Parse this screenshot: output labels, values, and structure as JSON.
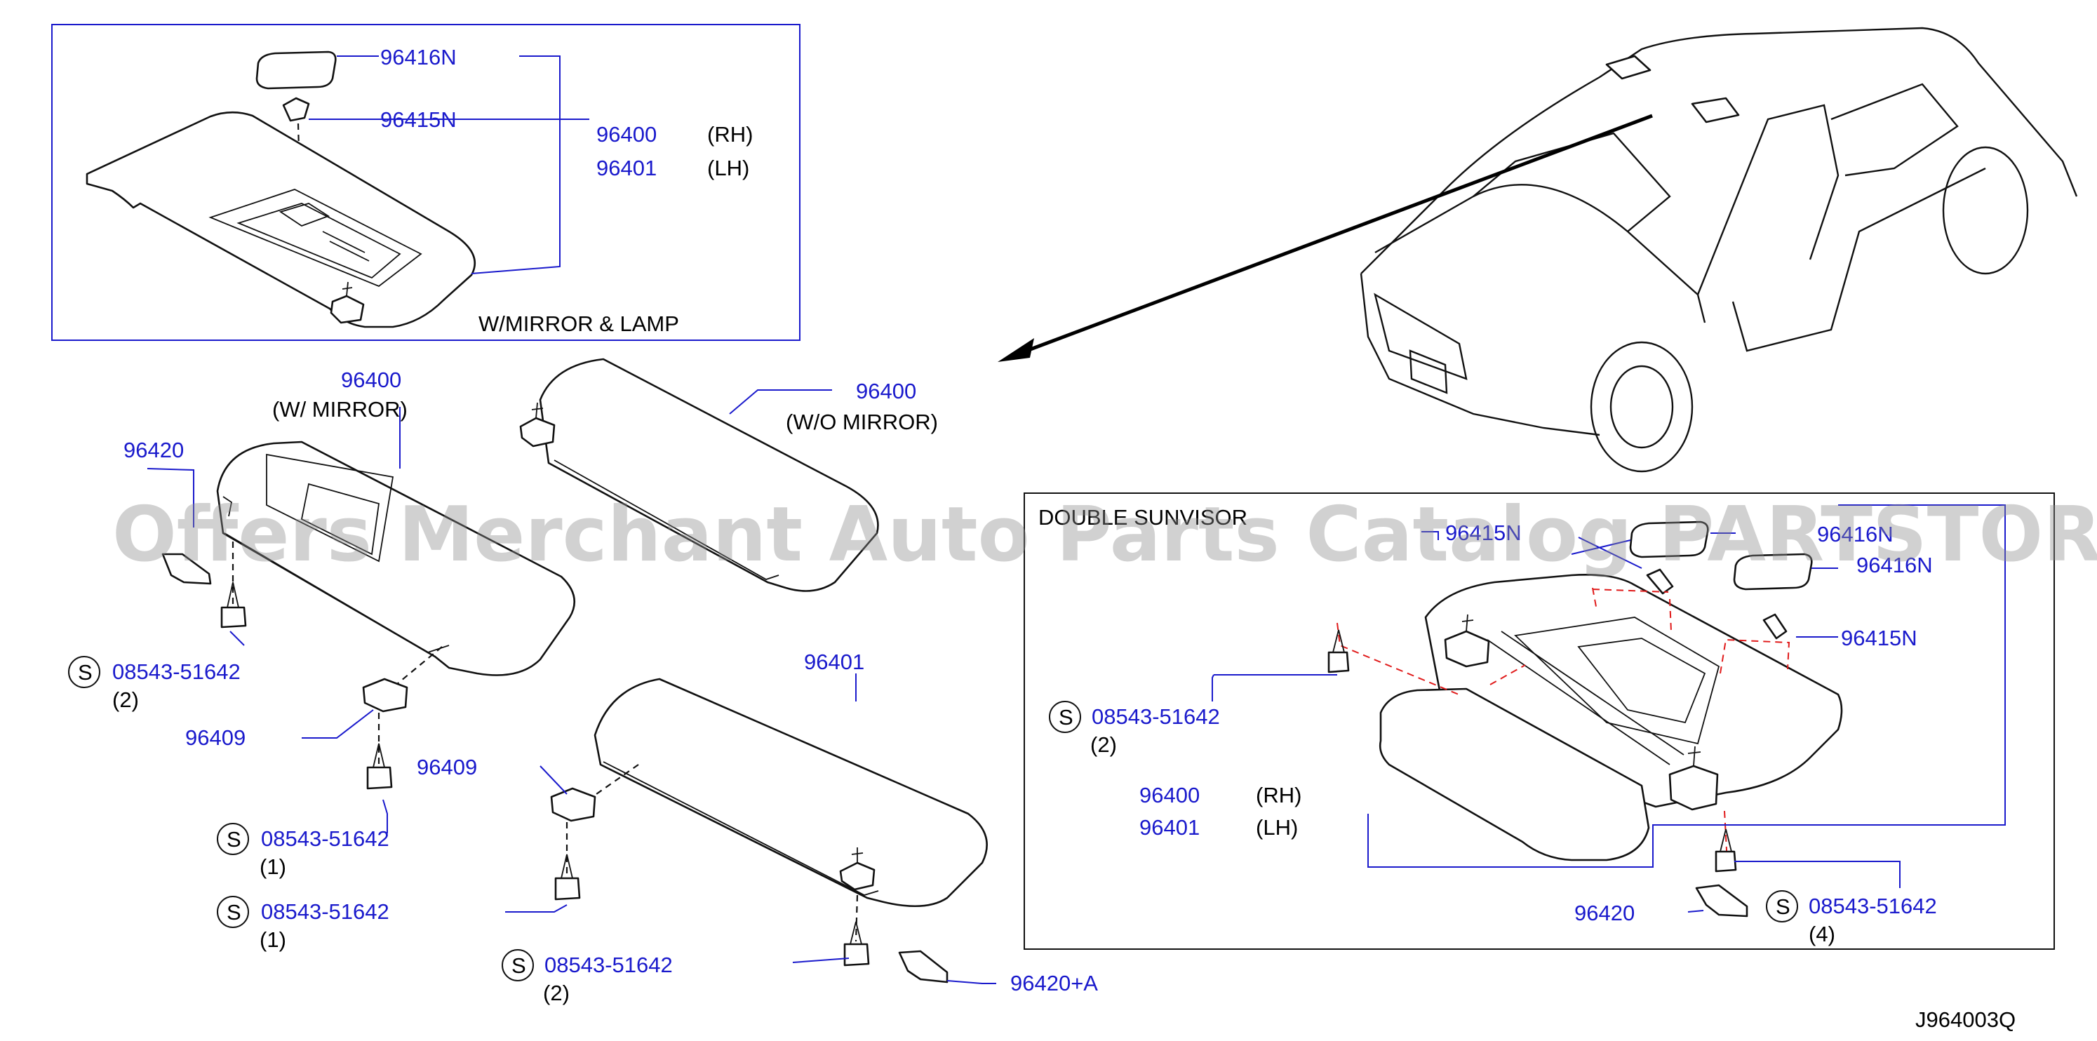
{
  "parts": {
    "p96416n_a": "96416N",
    "p96415n_a": "96415N",
    "p96400_a": "96400",
    "rh_a": "(RH)",
    "p96401_a": "96401",
    "lh_a": "(LH)",
    "caption_mirror_lamp": "W/MIRROR  &  LAMP",
    "p96400_b": "96400",
    "w_mirror": "(W/  MIRROR)",
    "p96400_c": "96400",
    "wo_mirror": "(W/O  MIRROR)",
    "p96420_a": "96420",
    "screw_a": "08543-51642",
    "qty_a": "(2)",
    "p96409_a": "96409",
    "screw_b": "08543-51642",
    "qty_b": "(1)",
    "screw_c": "08543-51642",
    "qty_c": "(1)",
    "p96409_b": "96409",
    "p96401_b": "96401",
    "screw_d": "08543-51642",
    "qty_d": "(2)",
    "p96420_b": "96420+A",
    "caption_double": "DOUBLE  SUNVISOR",
    "p96415n_b": "96415N",
    "p96416n_b": "96416N",
    "p96416n_c": "96416N",
    "p96415n_c": "96415N",
    "screw_e": "08543-51642",
    "qty_e": "(2)",
    "p96400_d": "96400",
    "rh_b": "(RH)",
    "p96401_c": "96401",
    "lh_b": "(LH)",
    "p96420_c": "96420",
    "screw_f": "08543-51642",
    "qty_f": "(4)",
    "s_symbol": "S",
    "diagram_code": "J964003Q"
  },
  "watermark": "Offers Merchant Auto Parts Catalog PARTSTORE.SA",
  "colors": {
    "part_number": "#1a1acc",
    "leader": "#1a1acc",
    "hidden_line": "#e01a1a",
    "outline": "#111111"
  }
}
